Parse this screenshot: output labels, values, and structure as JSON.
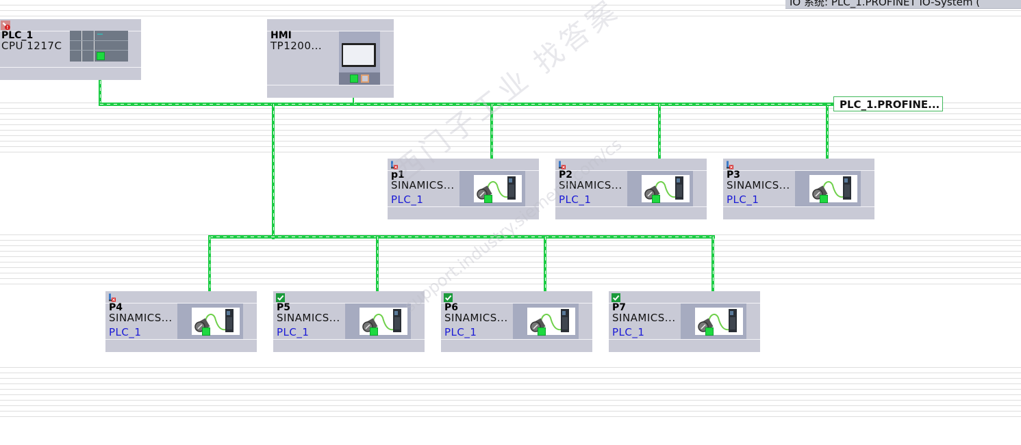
{
  "io_system_tab": {
    "label": "IO 系统: PLC_1.PROFINET IO-System ("
  },
  "network_label": "PLC_1.PROFINE...",
  "watermark": {
    "cn": "西门子工业 找答案",
    "url": "support.industry.siemens.com/cs"
  },
  "colors": {
    "bus": "#1ccc44",
    "device_bg": "#c9cad6",
    "link_text": "#1a1ad6",
    "status_ok": "#1a9a3a",
    "status_error": "#d62020"
  },
  "devices": [
    {
      "name": "PLC_1",
      "type": "CPU 1217C",
      "link": "",
      "status": "fault-icon",
      "kind": "plc"
    },
    {
      "name": "HMI",
      "type": "TP1200...",
      "link": "",
      "status": "",
      "kind": "hmi"
    },
    {
      "name": "p1",
      "type": "SINAMICS...",
      "link": "PLC_1",
      "status": "not-reachable-icon",
      "kind": "drive"
    },
    {
      "name": "P2",
      "type": "SINAMICS...",
      "link": "PLC_1",
      "status": "not-reachable-icon",
      "kind": "drive"
    },
    {
      "name": "P3",
      "type": "SINAMICS...",
      "link": "PLC_1",
      "status": "not-reachable-icon",
      "kind": "drive"
    },
    {
      "name": "P4",
      "type": "SINAMICS...",
      "link": "PLC_1",
      "status": "not-reachable-icon",
      "kind": "drive"
    },
    {
      "name": "P5",
      "type": "SINAMICS...",
      "link": "PLC_1",
      "status": "ok-check-icon",
      "kind": "drive"
    },
    {
      "name": "P6",
      "type": "SINAMICS...",
      "link": "PLC_1",
      "status": "ok-check-icon",
      "kind": "drive"
    },
    {
      "name": "P7",
      "type": "SINAMICS...",
      "link": "PLC_1",
      "status": "ok-check-icon",
      "kind": "drive"
    }
  ]
}
